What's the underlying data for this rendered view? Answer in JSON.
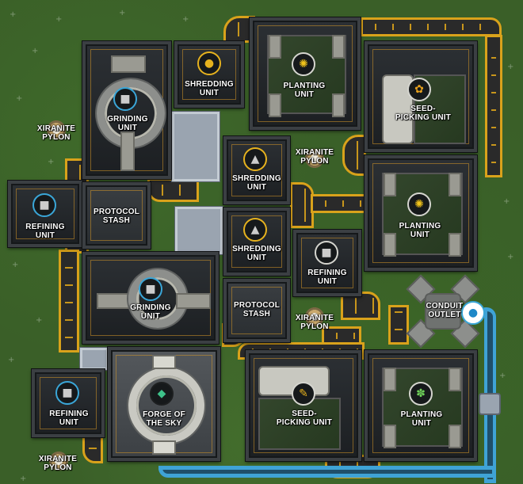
{
  "colors": {
    "grass": "#3a5f28",
    "belt_accent": "#d9a21b",
    "pipe_accent": "#3fa3d6",
    "machine_dark": "#1c1f22",
    "icon_ring_blue": "#3aa6d8",
    "icon_ring_gold": "#e6b21e"
  },
  "structures": {
    "grinding_top": {
      "label": "GRINDING\nUNIT",
      "icon": "ore-cube-icon"
    },
    "shredding_top": {
      "label": "SHREDDING\nUNIT",
      "icon": "gold-nugget-icon"
    },
    "planting_top": {
      "label": "PLANTING\nUNIT",
      "icon": "yellow-flower-icon"
    },
    "seedpicking_top": {
      "label": "SEED-\nPICKING UNIT",
      "icon": "seed-icon"
    },
    "pylon_left": {
      "label": "XIRANITE\nPYLON"
    },
    "refining_left": {
      "label": "REFINING\nUNIT",
      "icon": "ore-cube-icon"
    },
    "protocol_stash_top": {
      "label": "PROTOCOL\nSTASH"
    },
    "shredding_mid1": {
      "label": "SHREDDING\nUNIT",
      "icon": "ore-chunk-icon"
    },
    "pylon_mid": {
      "label": "XIRANITE\nPYLON"
    },
    "planting_right": {
      "label": "PLANTING\nUNIT",
      "icon": "yellow-flower-icon"
    },
    "shredding_mid2": {
      "label": "SHREDDING\nUNIT",
      "icon": "ore-chunk-icon"
    },
    "refining_mid": {
      "label": "REFINING\nUNIT",
      "icon": "ore-cube-icon"
    },
    "grinding_mid": {
      "label": "GRINDING\nUNIT",
      "icon": "ore-cube-icon"
    },
    "protocol_stash_mid": {
      "label": "PROTOCOL\nSTASH"
    },
    "pylon_mid2": {
      "label": "XIRANITE\nPYLON"
    },
    "conduit_outlet": {
      "label": "CONDUIT\nOUTLET",
      "icon": "water-drop-icon"
    },
    "refining_bottom": {
      "label": "REFINING\nUNIT",
      "icon": "ore-cube-icon"
    },
    "forge": {
      "label": "FORGE OF\nTHE SKY",
      "icon": "crystal-icon"
    },
    "seedpicking_bottom": {
      "label": "SEED-\nPICKING UNIT",
      "icon": "wheat-icon"
    },
    "planting_bottom": {
      "label": "PLANTING\nUNIT",
      "icon": "sprout-icon"
    },
    "pylon_bottom": {
      "label": "XIRANITE\nPYLON"
    }
  }
}
